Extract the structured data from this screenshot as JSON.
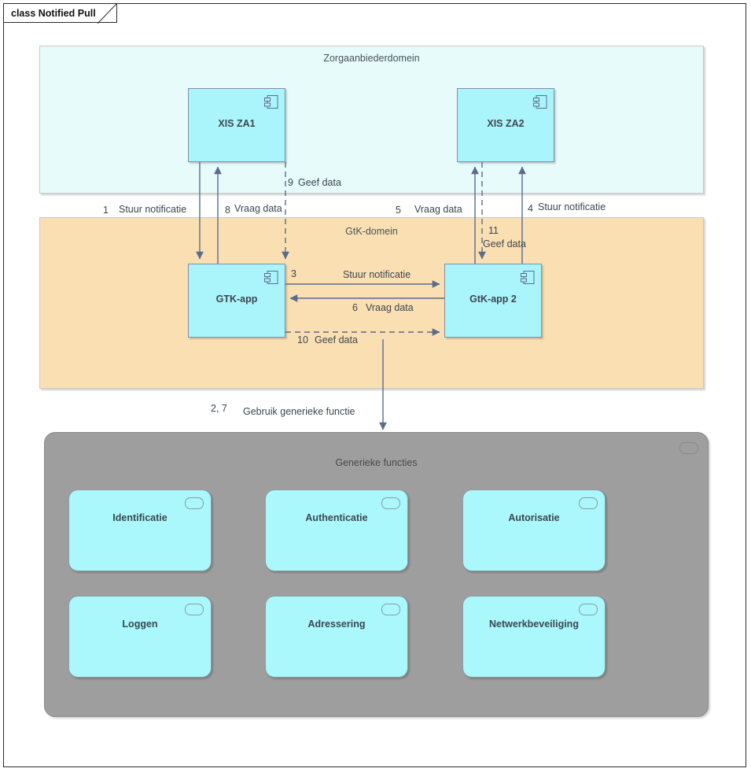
{
  "diagram": {
    "frame_title": "class Notified Pull",
    "colors": {
      "zorg_domain_fill": "#e7fbfb",
      "gtk_domain_fill": "#fadfb2",
      "generic_domain_fill": "#9e9e9e",
      "component_fill": "#aaf5fb",
      "function_fill": "#aaf8fb",
      "connector_stroke": "#5b6b8c",
      "text": "#3c4650"
    }
  },
  "domains": [
    {
      "key": "zorgaanbieder",
      "label": "Zorgaanbiederdomein"
    },
    {
      "key": "gtk",
      "label": "GtK-domein"
    },
    {
      "key": "generiek",
      "label": "Generieke functies"
    }
  ],
  "components": [
    {
      "key": "xis_za1",
      "label": "XIS ZA1",
      "icon": "uml-component-icon"
    },
    {
      "key": "xis_za2",
      "label": "XIS ZA2",
      "icon": "uml-component-icon"
    },
    {
      "key": "gtk_app",
      "label": "GTK-app",
      "icon": "uml-component-icon"
    },
    {
      "key": "gtk_app2",
      "label": "GtK-app 2",
      "icon": "uml-component-icon"
    }
  ],
  "generic_functions": [
    {
      "key": "identificatie",
      "label": "Identificatie"
    },
    {
      "key": "authenticatie",
      "label": "Authenticatie"
    },
    {
      "key": "autorisatie",
      "label": "Autorisatie"
    },
    {
      "key": "loggen",
      "label": "Loggen"
    },
    {
      "key": "adressering",
      "label": "Adressering"
    },
    {
      "key": "netwerkbeveiliging",
      "label": "Netwerkbeveiliging"
    }
  ],
  "connectors": [
    {
      "key": "c1",
      "num": "1",
      "label": "Stuur notificatie",
      "from": "XIS ZA1",
      "to": "GTK-app",
      "style": "solid",
      "direction": "down"
    },
    {
      "key": "c8",
      "num": "8",
      "label": "Vraag data",
      "from": "GTK-app",
      "to": "XIS ZA1",
      "style": "solid",
      "direction": "up"
    },
    {
      "key": "c9",
      "num": "9",
      "label": "Geef data",
      "from": "XIS ZA1",
      "to": "GTK-app",
      "style": "dashed",
      "direction": "down"
    },
    {
      "key": "c5",
      "num": "5",
      "label": "Vraag data",
      "from": "GtK-app 2",
      "to": "XIS ZA2",
      "style": "solid",
      "direction": "up"
    },
    {
      "key": "c11",
      "num": "11",
      "label": "Geef data",
      "from": "XIS ZA2",
      "to": "GtK-app 2",
      "style": "dashed",
      "direction": "down"
    },
    {
      "key": "c4",
      "num": "4",
      "label": "Stuur notificatie",
      "from": "GtK-app 2",
      "to": "XIS ZA2",
      "style": "solid",
      "direction": "up"
    },
    {
      "key": "c3",
      "num": "3",
      "label": "Stuur notificatie",
      "from": "GTK-app",
      "to": "GtK-app 2",
      "style": "solid",
      "direction": "right"
    },
    {
      "key": "c6",
      "num": "6",
      "label": "Vraag data",
      "from": "GtK-app 2",
      "to": "GTK-app",
      "style": "solid",
      "direction": "left"
    },
    {
      "key": "c10",
      "num": "10",
      "label": "Geef data",
      "from": "GTK-app",
      "to": "GtK-app 2",
      "style": "dashed",
      "direction": "right"
    },
    {
      "key": "c27",
      "num": "2, 7",
      "label": "Gebruik generieke functie",
      "from": "GtK-domein",
      "to": "Generieke functies",
      "style": "solid",
      "direction": "down"
    }
  ]
}
